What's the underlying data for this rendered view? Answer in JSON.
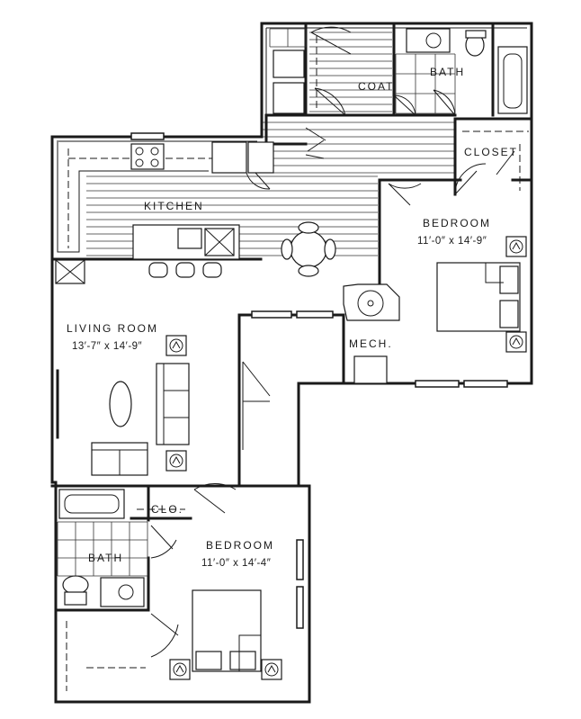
{
  "rooms": {
    "kitchen": {
      "label": "KITCHEN"
    },
    "living_room": {
      "label": "LIVING ROOM",
      "dimensions": "13′-7″ x 14′-9″"
    },
    "bedroom_1": {
      "label": "BEDROOM",
      "dimensions": "11′-0″ x 14′-9″"
    },
    "bedroom_2": {
      "label": "BEDROOM",
      "dimensions": "11′-0″ x 14′-4″"
    },
    "bath_1": {
      "label": "BATH"
    },
    "bath_2": {
      "label": "BATH"
    },
    "coat": {
      "label": "COAT"
    },
    "closet": {
      "label": "CLOSET"
    },
    "clo": {
      "label": "CLO."
    },
    "mech": {
      "label": "MECH."
    }
  },
  "colors": {
    "line": "#1a1a1a",
    "background": "#ffffff"
  }
}
